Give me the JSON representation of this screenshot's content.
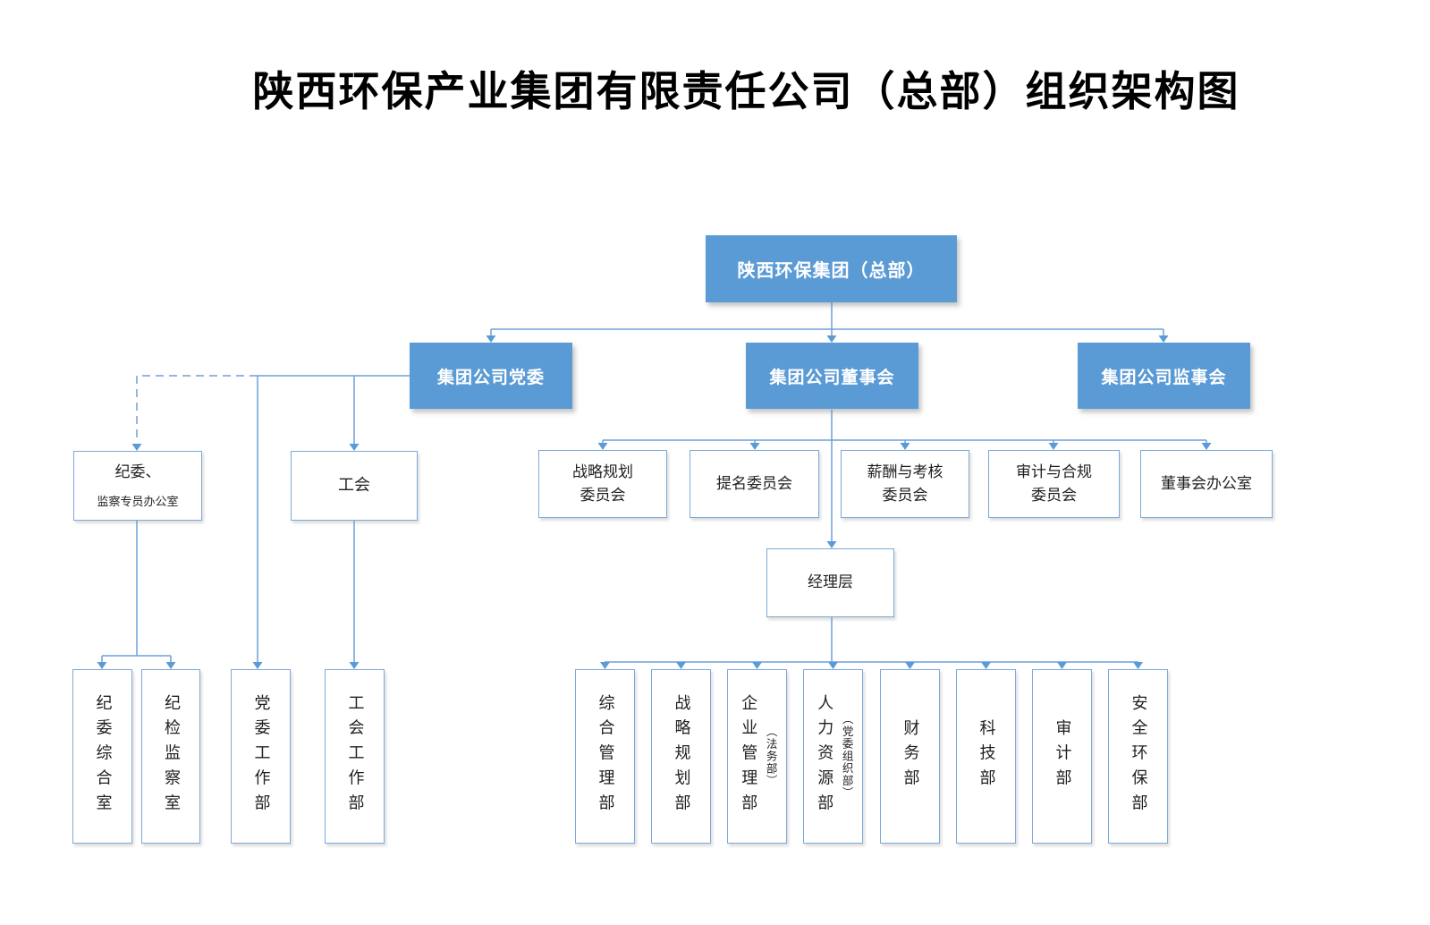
{
  "title": "陕西环保产业集团有限责任公司（总部）组织架构图",
  "colors": {
    "node_fill_blue": "#5b9bd5",
    "connector_blue": "#6f9fd8",
    "box_border_blue": "#7ca9d9",
    "text_on_blue": "#ffffff",
    "text_dark": "#1f1f1f",
    "background": "#ffffff"
  },
  "nodes": {
    "root": "陕西环保集团（总部）",
    "party_committee": "集团公司党委",
    "board": "集团公司董事会",
    "supervisory_board": "集团公司监事会",
    "committees": {
      "strategy_l1": "战略规划",
      "strategy_l2": "委员会",
      "nomination": "提名委员会",
      "compensation_l1": "薪酬与考核",
      "compensation_l2": "委员会",
      "audit_compliance_l1": "审计与合规",
      "audit_compliance_l2": "委员会",
      "board_office": "董事会办公室"
    },
    "management_level": "经理层",
    "discipline_office_l1": "纪委、",
    "discipline_office_l2": "监察专员办公室",
    "labor_union": "工会",
    "party_units": {
      "discipline_general_office": "纪委综合室",
      "discipline_supervision_office": "纪检监察室",
      "party_work_dept": "党委工作部",
      "union_work_dept": "工会工作部"
    },
    "departments": {
      "general_management": "综合管理部",
      "strategic_planning": "战略规划部",
      "enterprise_management": "企业管理部",
      "enterprise_management_sub": "（法务部）",
      "human_resources": "人力资源部",
      "human_resources_sub": "（党委组织部）",
      "finance": "财务部",
      "technology": "科技部",
      "audit": "审计部",
      "safety_environment": "安全环保部"
    }
  }
}
